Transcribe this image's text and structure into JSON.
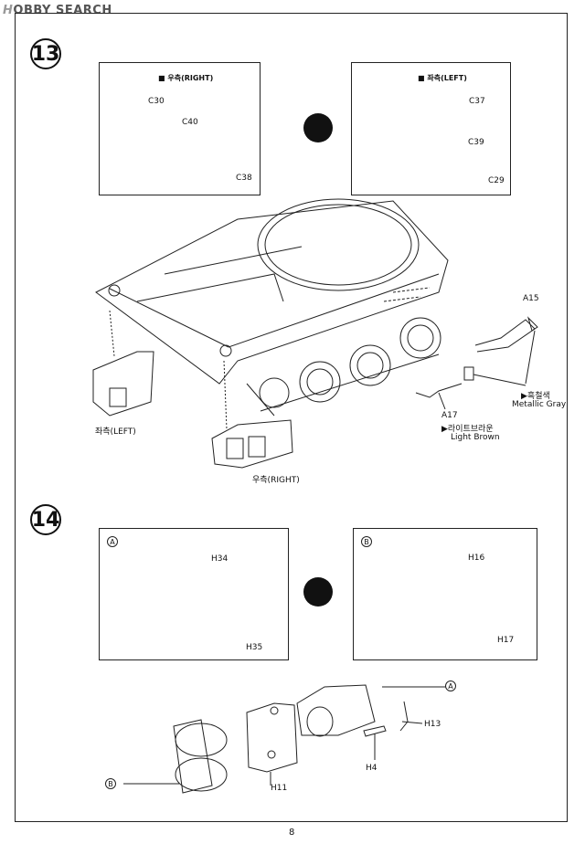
{
  "watermark": {
    "prefix": "H",
    "text": "OBBY SEARCH"
  },
  "page_number": "8",
  "step13": {
    "number": "13",
    "right_box": {
      "title": "■ 우측(RIGHT)",
      "parts": [
        "C30",
        "C40",
        "C38"
      ]
    },
    "left_box": {
      "title": "■ 좌측(LEFT)",
      "parts": [
        "C37",
        "C39",
        "C29"
      ]
    },
    "parts": {
      "a15": "A15",
      "metal_ko": "▶흑철색",
      "metal_en": "Metallic Gray",
      "a17": "A17",
      "brown_ko": "▶라이트브라운",
      "brown_en": "Light Brown",
      "left_label": "좌측(LEFT)",
      "right_label": "우측(RIGHT)"
    }
  },
  "step14": {
    "number": "14",
    "box_a": {
      "marker": "A",
      "parts": [
        "H34",
        "H35"
      ]
    },
    "box_b": {
      "marker": "B",
      "parts": [
        "H16",
        "H17"
      ]
    },
    "assembly": {
      "marker_a": "A",
      "marker_b": "B",
      "parts": [
        "H13",
        "H4",
        "H11"
      ]
    }
  }
}
